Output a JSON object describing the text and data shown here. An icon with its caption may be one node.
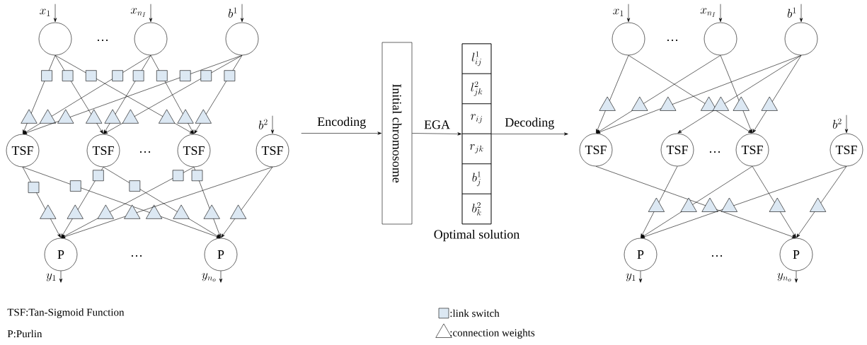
{
  "diagram": {
    "nodes": [
      {
        "text": [],
        "shape": "circle"
      },
      {
        "text": [],
        "shape": "circle"
      },
      {
        "text": [],
        "shape": "circle"
      },
      {
        "text": [
          "TSF"
        ]
      },
      {
        "text": [
          "TSF"
        ]
      },
      {
        "text": [
          "TSF"
        ]
      },
      {
        "text": [
          "TSF"
        ]
      },
      {
        "text": [
          "P"
        ]
      },
      {
        "text": [
          "P"
        ]
      },
      {
        "text": [
          "Initial chromosome"
        ]
      },
      {
        "text": [],
        "shape": "box",
        "beside": [
          "Optimal solution"
        ]
      },
      {
        "text": [
          "l^{1}_{ij}"
        ],
        "in": 10
      },
      {
        "text": [
          "l^{2}_{jk}"
        ],
        "in": 10
      },
      {
        "text": [
          "r_{ij}"
        ],
        "in": 10
      },
      {
        "text": [
          "r_{jk}"
        ],
        "in": 10
      },
      {
        "text": [
          "b^{1}_{j}"
        ],
        "in": 10
      },
      {
        "text": [
          "b^{2}_{k}"
        ],
        "in": 10
      },
      {
        "text": [],
        "shape": "circle"
      },
      {
        "text": [],
        "shape": "circle"
      },
      {
        "text": [],
        "shape": "circle"
      },
      {
        "text": [
          "TSF"
        ]
      },
      {
        "text": [
          "TSF"
        ]
      },
      {
        "text": [
          "TSF"
        ]
      },
      {
        "text": [
          "TSF"
        ]
      },
      {
        "text": [
          "P"
        ]
      },
      {
        "text": [
          "P"
        ]
      }
    ],
    "edges": [
      {
        "from": null,
        "to": 0,
        "arrow": "to",
        "label": "x_{1}"
      },
      {
        "from": null,
        "to": 1,
        "arrow": "to",
        "label": "x_{n_{I}}"
      },
      {
        "from": null,
        "to": 2,
        "arrow": "to",
        "label": "b^{1}"
      },
      {
        "from": null,
        "to": 6,
        "arrow": "to",
        "label": "b^{2}"
      },
      {
        "from": 0,
        "to": 3,
        "arrow": "to"
      },
      {
        "from": 0,
        "to": 4,
        "arrow": "to"
      },
      {
        "from": 0,
        "to": 5,
        "arrow": "to"
      },
      {
        "from": 1,
        "to": 3,
        "arrow": "to"
      },
      {
        "from": 1,
        "to": 4,
        "arrow": "to"
      },
      {
        "from": 1,
        "to": 5,
        "arrow": "to"
      },
      {
        "from": 2,
        "to": 3,
        "arrow": "to"
      },
      {
        "from": 2,
        "to": 4,
        "arrow": "to"
      },
      {
        "from": 2,
        "to": 5,
        "arrow": "to"
      },
      {
        "from": 3,
        "to": 7,
        "arrow": "to"
      },
      {
        "from": 3,
        "to": 8,
        "arrow": "to"
      },
      {
        "from": 4,
        "to": 7,
        "arrow": "to"
      },
      {
        "from": 4,
        "to": 8,
        "arrow": "to"
      },
      {
        "from": 5,
        "to": 7,
        "arrow": "to"
      },
      {
        "from": 5,
        "to": 8,
        "arrow": "to"
      },
      {
        "from": 6,
        "to": 7,
        "arrow": "to"
      },
      {
        "from": 6,
        "to": 8,
        "arrow": "to"
      },
      {
        "from": 7,
        "to": null,
        "arrow": "to",
        "label": "y_{1}"
      },
      {
        "from": 8,
        "to": null,
        "arrow": "to",
        "label": "y_{n_{o}}"
      },
      {
        "from": null,
        "to": 9,
        "arrow": "to",
        "label": "Encoding"
      },
      {
        "from": 9,
        "to": 10,
        "arrow": "to",
        "label": "EGA"
      },
      {
        "from": 10,
        "to": null,
        "arrow": "to",
        "label": "Decoding"
      },
      {
        "from": null,
        "to": 17,
        "arrow": "to",
        "label": "x_{1}"
      },
      {
        "from": null,
        "to": 18,
        "arrow": "to",
        "label": "x_{n_{I}}"
      },
      {
        "from": null,
        "to": 19,
        "arrow": "to",
        "label": "b^{1}"
      },
      {
        "from": null,
        "to": 23,
        "arrow": "to",
        "label": "b^{2}"
      },
      {
        "from": 17,
        "to": 20,
        "arrow": "to"
      },
      {
        "from": 17,
        "to": 22,
        "arrow": "to"
      },
      {
        "from": 18,
        "to": 20,
        "arrow": "to"
      },
      {
        "from": 18,
        "to": 22,
        "arrow": "to"
      },
      {
        "from": 19,
        "to": 20,
        "arrow": "to"
      },
      {
        "from": 19,
        "to": 21,
        "arrow": "to"
      },
      {
        "from": 19,
        "to": 22,
        "arrow": "to"
      },
      {
        "from": 20,
        "to": 25,
        "arrow": "to"
      },
      {
        "from": 21,
        "to": 24,
        "arrow": "to"
      },
      {
        "from": 22,
        "to": 24,
        "arrow": "to"
      },
      {
        "from": 22,
        "to": 25,
        "arrow": "to"
      },
      {
        "from": 23,
        "to": 24,
        "arrow": "to"
      },
      {
        "from": 23,
        "to": 25,
        "arrow": "to"
      },
      {
        "from": 24,
        "to": null,
        "arrow": "to",
        "label": "y_{1}"
      },
      {
        "from": 25,
        "to": null,
        "arrow": "to",
        "label": "y_{n_{o}}"
      }
    ],
    "labels": [
      "…",
      "…",
      "…",
      "…",
      "…",
      "…",
      "TSF:Tan-Sigmoid Function",
      "P:Purlin"
    ],
    "legend": [
      {
        "text": ":link switch"
      },
      {
        "text": ":connection weights"
      }
    ]
  }
}
